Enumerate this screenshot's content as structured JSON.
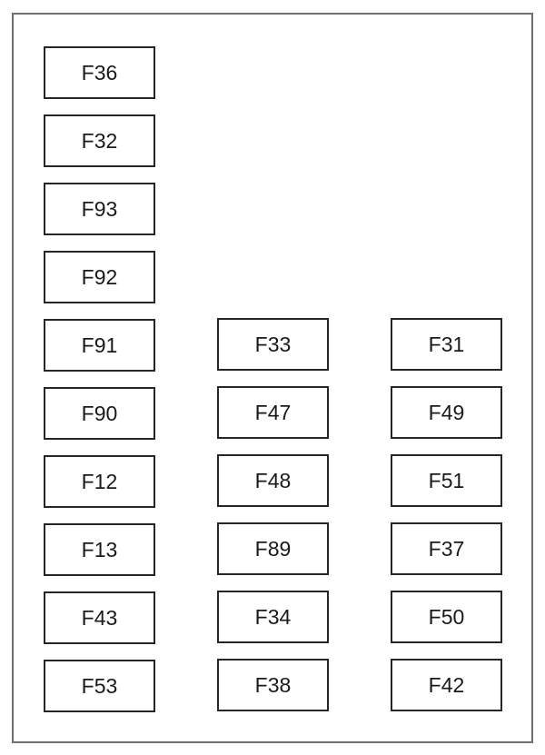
{
  "fuse_box": {
    "left_column": [
      "F36",
      "F32",
      "F93",
      "F92",
      "F91",
      "F90",
      "F12",
      "F13",
      "F43",
      "F53"
    ],
    "middle_column": [
      "F33",
      "F47",
      "F48",
      "F89",
      "F34",
      "F38"
    ],
    "right_column": [
      "F31",
      "F49",
      "F51",
      "F37",
      "F50",
      "F42"
    ]
  }
}
